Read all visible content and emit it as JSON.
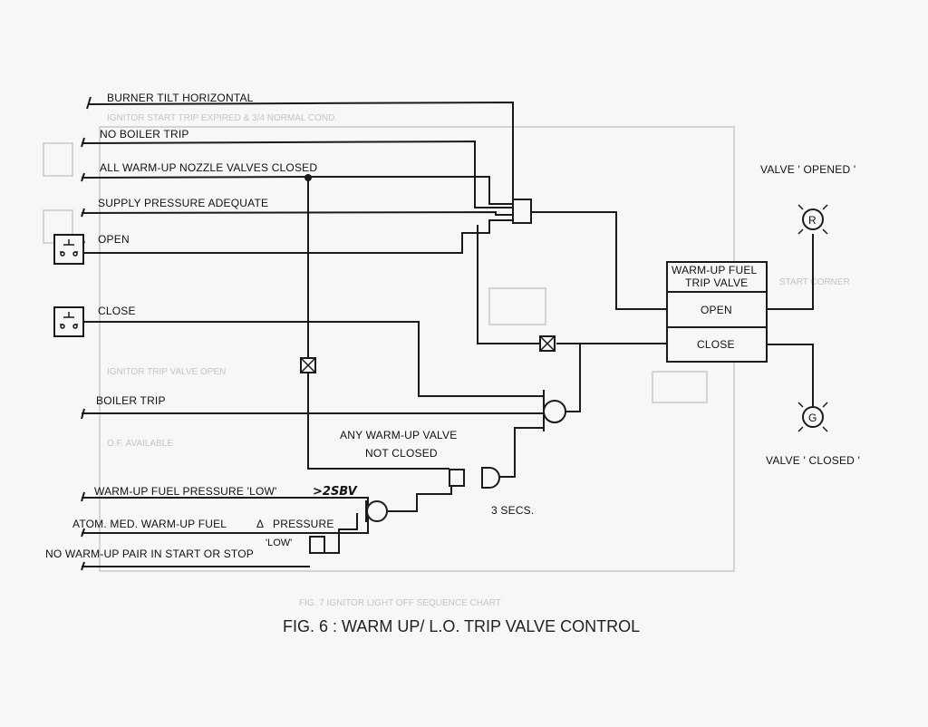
{
  "inputs": {
    "burner_tilt": "BURNER TILT HORIZONTAL",
    "no_boiler_trip": "NO BOILER TRIP",
    "nozzle_closed": "ALL WARM-UP NOZZLE VALVES  CLOSED",
    "supply_pressure": "SUPPLY PRESSURE ADEQUATE",
    "open": "OPEN",
    "close": "CLOSE",
    "boiler_trip": "BOILER TRIP",
    "fuel_pressure_low": "WARM-UP  FUEL  PRESSURE  'LOW'",
    "fuel_pressure_note": ">2SBV",
    "atom_med": "ATOM.  MED.  WARM-UP  FUEL",
    "delta_symbol": "Δ",
    "pressure_word": "PRESSURE",
    "low_tag": "'LOW'",
    "no_warmup_pair": "NO  WARM-UP    PAIR  IN  START  OR  STOP"
  },
  "labels": {
    "any_valve_line1": "ANY  WARM-UP  VALVE",
    "any_valve_line2": "NOT  CLOSED",
    "timer": "3  SECS."
  },
  "valve_block": {
    "title_line1": "WARM-UP  FUEL",
    "title_line2": "TRIP  VALVE",
    "open": "OPEN",
    "close": "CLOSE"
  },
  "indicators": {
    "opened_label": "VALVE  ' OPENED '",
    "opened_lamp": "R",
    "closed_label": "VALVE  ' CLOSED '",
    "closed_lamp": "G"
  },
  "caption": "FIG. 6 : WARM UP/ L.O. TRIP VALVE CONTROL",
  "colors": {
    "ink": "#1a1a1a",
    "paper": "#f7f7f7",
    "bleed_through": "#c9c9c9"
  }
}
